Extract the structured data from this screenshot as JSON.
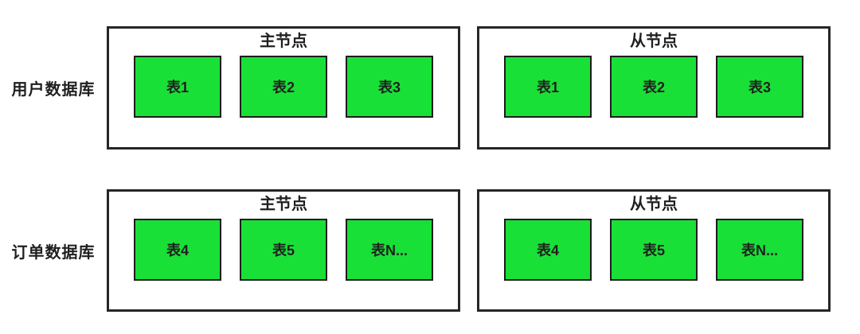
{
  "diagram": {
    "rows": [
      {
        "label": "用户数据库",
        "nodes": [
          {
            "title": "主节点",
            "tables": [
              "表1",
              "表2",
              "表3"
            ]
          },
          {
            "title": "从节点",
            "tables": [
              "表1",
              "表2",
              "表3"
            ]
          }
        ]
      },
      {
        "label": "订单数据库",
        "nodes": [
          {
            "title": "主节点",
            "tables": [
              "表4",
              "表5",
              "表N..."
            ]
          },
          {
            "title": "从节点",
            "tables": [
              "表4",
              "表5",
              "表N..."
            ]
          }
        ]
      }
    ],
    "colors": {
      "table_fill": "#19E037",
      "border": "#262626",
      "cell_border": "#1c1c1c",
      "text": "#1f1f1f",
      "background": "#ffffff"
    }
  }
}
